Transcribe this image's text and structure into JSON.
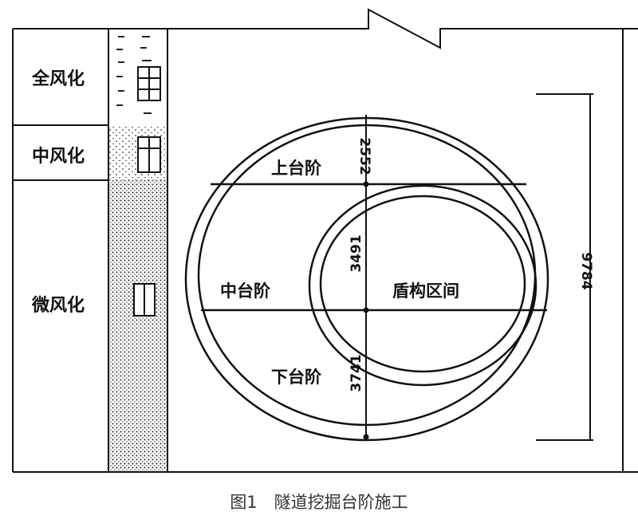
{
  "strata": {
    "fully_weathered": "全风化",
    "moderately_weathered": "中风化",
    "slightly_weathered": "微风化"
  },
  "benches": {
    "upper": "上台阶",
    "middle": "中台阶",
    "lower": "下台阶",
    "shield_section": "盾构区间"
  },
  "dimensions": {
    "upper_height": "2552",
    "middle_height": "3491",
    "lower_height": "3741",
    "total_height": "9784"
  },
  "caption": "图1　隧道挖掘台阶施工"
}
